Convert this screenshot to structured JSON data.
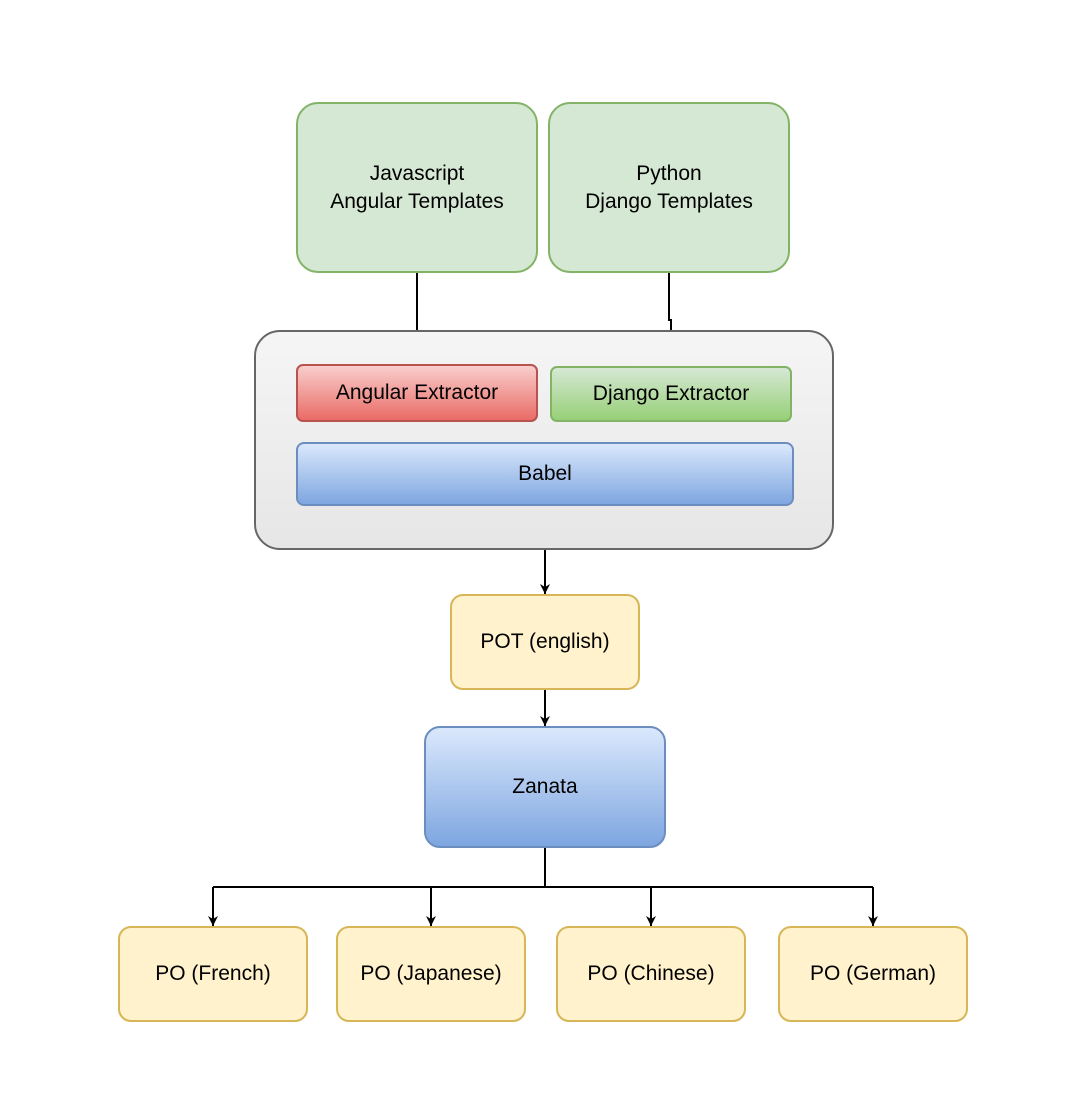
{
  "diagram": {
    "sources": {
      "javascript": "Javascript\nAngular Templates",
      "python": "Python\nDjango Templates"
    },
    "extractors": {
      "angular": "Angular Extractor",
      "django": "Django Extractor",
      "babel": "Babel"
    },
    "pot": "POT (english)",
    "zanata": "Zanata",
    "po_files": [
      "PO (French)",
      "PO (Japanese)",
      "PO (Chinese)",
      "PO (German)"
    ]
  }
}
